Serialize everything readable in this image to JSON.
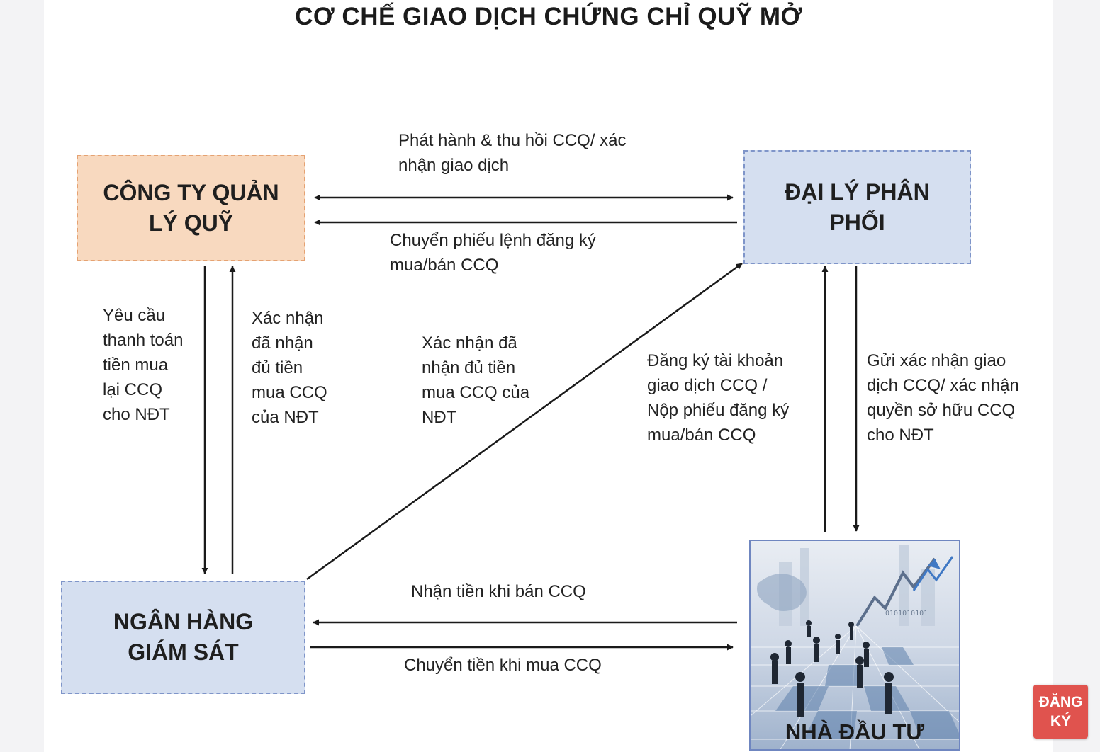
{
  "title": "CƠ CHẾ GIAO DỊCH CHỨNG CHỈ QUỸ MỞ",
  "nodes": {
    "fund_company": "CÔNG TY QUẢN\nLÝ QUỸ",
    "distributor": "ĐẠI LÝ PHÂN\nPHỐI",
    "custodian_bank": "NGÂN HÀNG\nGIÁM SÁT",
    "investor": "NHÀ ĐẦU TƯ"
  },
  "edges": {
    "issue_redeem": "Phát hành & thu hồi CCQ/ xác\nnhận giao dịch",
    "transfer_orders": "Chuyển phiếu lệnh đăng ký\nmua/bán CCQ",
    "payment_request": "Yêu cầu\nthanh toán\ntiền mua\nlại CCQ\ncho NĐT",
    "confirm_bank_to_fund": "Xác nhận\nđã nhận\nđủ tiền\nmua CCQ\ncủa NĐT",
    "confirm_bank_to_distributor": "Xác nhận đã\nnhận đủ tiền\nmua CCQ của\nNĐT",
    "register_account": "Đăng ký tài khoản\ngiao dịch CCQ /\nNộp phiếu đăng ký\nmua/bán CCQ",
    "send_confirmation": "Gửi xác nhận giao\ndịch CCQ/ xác nhận\nquyền sở hữu CCQ\ncho NĐT",
    "receive_on_sell": "Nhận tiền khi bán CCQ",
    "transfer_on_buy": "Chuyển tiền khi mua CCQ"
  },
  "colors": {
    "fund_fill": "#f8d9bf",
    "box_fill": "#d5dff0",
    "border": "#7f95c9",
    "arrow": "#1a1a1a"
  },
  "register_button": "ĐĂNG\nKÝ"
}
